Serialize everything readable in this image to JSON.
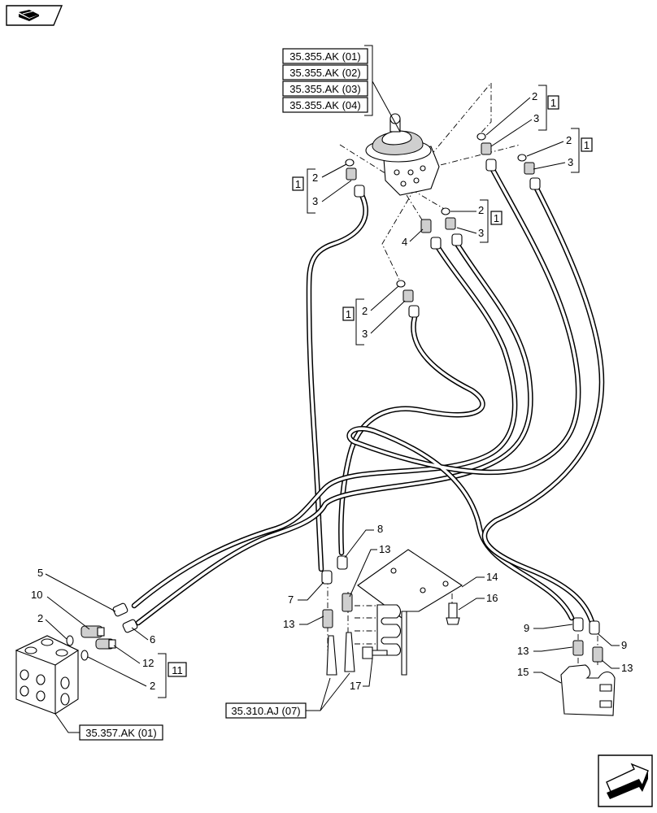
{
  "references": {
    "motor_1": "35.355.AK (01)",
    "motor_2": "35.355.AK (02)",
    "motor_3": "35.355.AK (03)",
    "motor_4": "35.355.AK (04)",
    "cylinder_link": "35.310.AJ (07)",
    "valve_block": "35.357.AK (01)"
  },
  "kit_labels": {
    "kit_1": "1",
    "kit_11": "11"
  },
  "callouts": {
    "n2": "2",
    "n3": "3",
    "n4": "4",
    "n5": "5",
    "n6": "6",
    "n7": "7",
    "n8": "8",
    "n9": "9",
    "n10": "10",
    "n12": "12",
    "n13": "13",
    "n14": "14",
    "n15": "15",
    "n16": "16",
    "n17": "17"
  },
  "icons": {
    "top_left": "manual-book-icon",
    "bottom_right": "next-page-arrow-icon"
  }
}
